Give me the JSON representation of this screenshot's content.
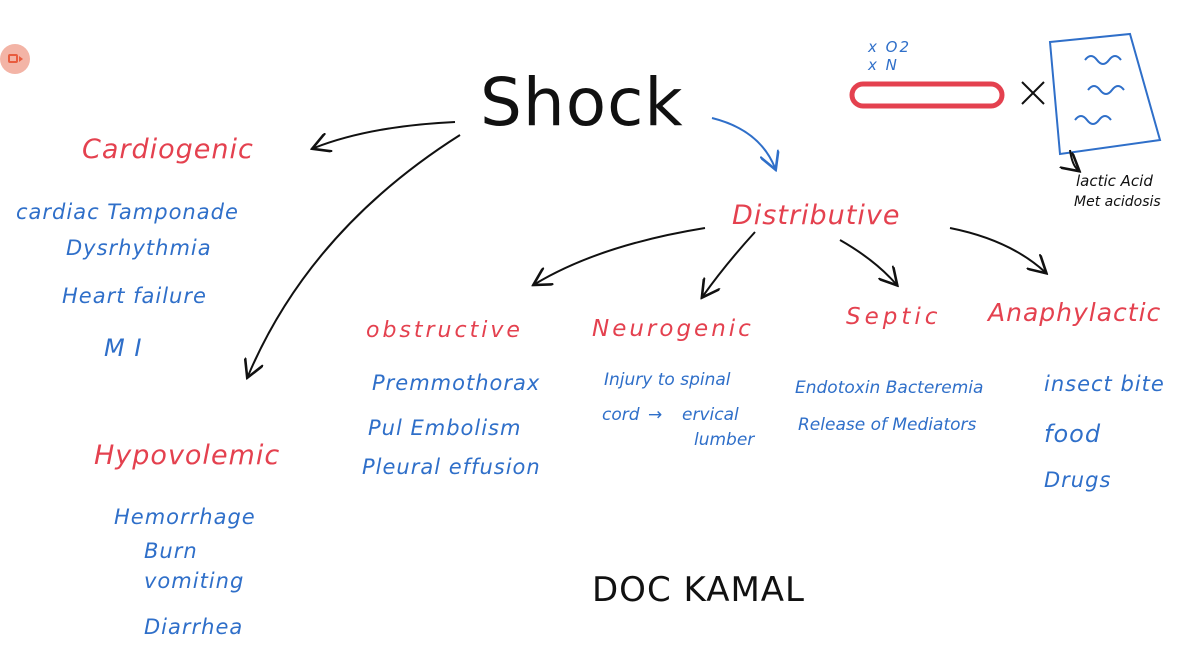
{
  "title": "Shock",
  "types": {
    "cardiogenic": {
      "label": "Cardiogenic",
      "items": [
        "cardiac Tamponade",
        "Dysrhythmia",
        "Heart failure",
        "M I"
      ]
    },
    "hypovolemic": {
      "label": "Hypovolemic",
      "items": [
        "Hemorrhage",
        "Burn",
        "vomiting",
        "Diarrhea"
      ]
    },
    "distributive": {
      "label": "Distributive"
    },
    "obstructive": {
      "label": "obstructive",
      "items": [
        "Premmothorax",
        "Pul Embolism",
        "Pleural effusion"
      ]
    },
    "neurogenic": {
      "label": "Neurogenic",
      "items": [
        "Injury to spinal",
        "cord",
        "ervical",
        "lumber"
      ]
    },
    "septic": {
      "label": "Septic",
      "items": [
        "Endotoxin Bacteremia",
        "Release of Mediators"
      ]
    },
    "anaphylactic": {
      "label": "Anaphylactic",
      "items": [
        "insect bite",
        "food",
        "Drugs"
      ]
    }
  },
  "sketch": {
    "o2_note": "x O2",
    "n_note": "x N",
    "outcome": [
      "lactic Acid",
      "Met acidosis"
    ]
  },
  "author": "DOC KAMAL",
  "colors": {
    "heading": "#e4414f",
    "item": "#2f6fc9",
    "ink": "#111111"
  },
  "icons": {
    "recording": "video-camera-icon",
    "arrow_glyph": "→"
  }
}
